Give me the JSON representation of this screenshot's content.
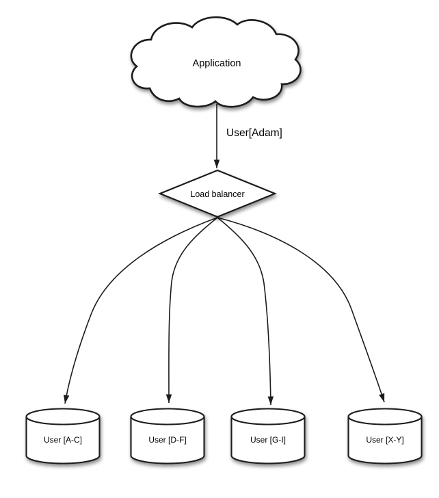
{
  "diagram": {
    "type": "architecture-sharding-diagram",
    "colors": {
      "stroke": "#1c1c1c",
      "fill": "#ffffff",
      "background": "#ffffff",
      "text": "#000000"
    },
    "nodes": [
      {
        "id": "application",
        "type": "cloud",
        "label": "Application"
      },
      {
        "id": "load-balancer",
        "type": "diamond",
        "label": "Load balancer"
      },
      {
        "id": "shard-a-c",
        "type": "cylinder",
        "label": "User [A-C]"
      },
      {
        "id": "shard-d-f",
        "type": "cylinder",
        "label": "User [D-F]"
      },
      {
        "id": "shard-g-i",
        "type": "cylinder",
        "label": "User [G-I]"
      },
      {
        "id": "shard-x-y",
        "type": "cylinder",
        "label": "User [X-Y]"
      }
    ],
    "edges": [
      {
        "from": "application",
        "to": "load-balancer",
        "label": "User[Adam]"
      },
      {
        "from": "load-balancer",
        "to": "shard-a-c",
        "label": ""
      },
      {
        "from": "load-balancer",
        "to": "shard-d-f",
        "label": ""
      },
      {
        "from": "load-balancer",
        "to": "shard-g-i",
        "label": ""
      },
      {
        "from": "load-balancer",
        "to": "shard-x-y",
        "label": ""
      }
    ]
  }
}
